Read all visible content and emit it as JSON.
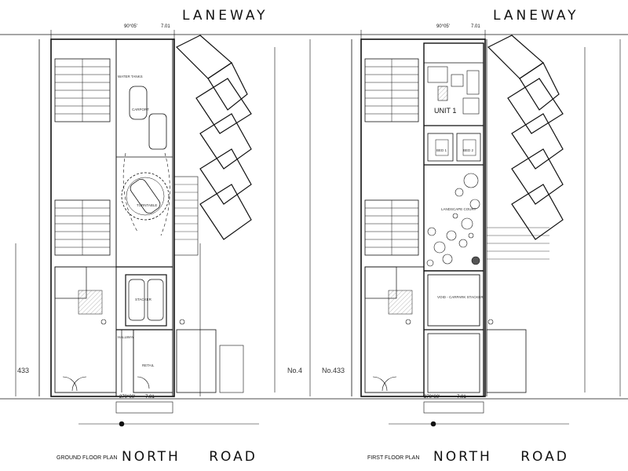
{
  "plans": [
    {
      "caption": "GROUND FLOOR PLAN",
      "top_street": "LANEWAY",
      "bottom_street": "NORTH ROAD",
      "top_dimension": "7.01",
      "top_angle": "90°05'",
      "bottom_dimension": "7.01",
      "bottom_angle": "270°00'",
      "neighbour_number": "433",
      "neighbour_number_right": "No.4",
      "labels": {
        "water_tank": "WATER TANKS",
        "carport": "CARPORT",
        "stacker": "STACKER",
        "turntable": "TURNTABLE",
        "retail": "RETAIL",
        "hallway": "HALLWAY"
      }
    },
    {
      "caption": "FIRST FLOOR PLAN",
      "top_street": "LANEWAY",
      "bottom_street": "NORTH ROAD",
      "top_dimension": "7.01",
      "top_angle": "90°05'",
      "bottom_dimension": "7.01",
      "bottom_angle": "270°00'",
      "neighbour_number": "No.433",
      "labels": {
        "unit": "UNIT 1",
        "bed1": "BED 1",
        "bed2": "BED 2",
        "landscape": "LANDSCAPE COURT",
        "void": "VOID - CARPARK STACKER"
      }
    }
  ]
}
